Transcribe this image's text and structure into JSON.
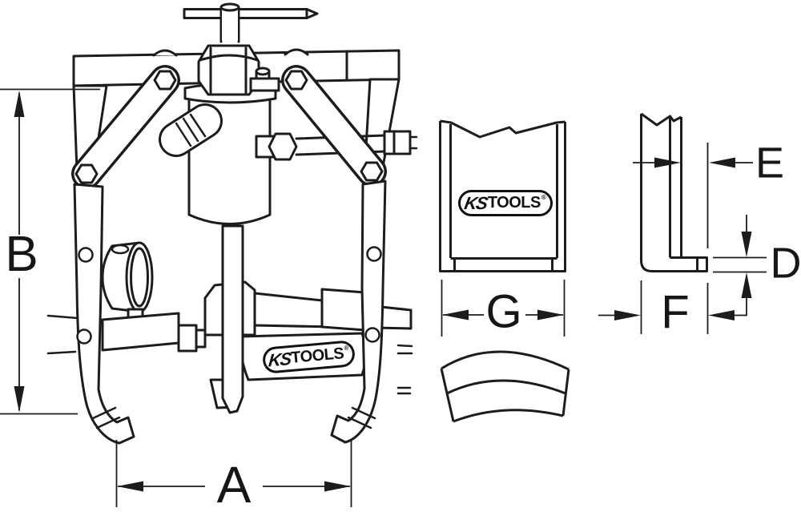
{
  "figure": {
    "background": "#ffffff",
    "line_color": "#1c1c1c",
    "label_color": "#161616"
  },
  "dimension_labels": {
    "a": "A",
    "b": "B",
    "d": "D",
    "e": "E",
    "f": "F",
    "g": "G"
  },
  "brand": {
    "ks": "KS",
    "tools": "TOOLS",
    "registered": "®"
  }
}
